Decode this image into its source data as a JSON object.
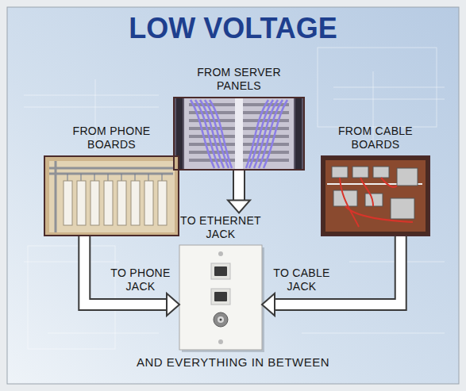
{
  "diagram": {
    "title": "LOW VOLTAGE",
    "caption": "AND EVERYTHING IN BETWEEN",
    "nodes": [
      {
        "text": [
          "FROM SERVER PANELS"
        ]
      },
      {
        "text": [
          "FROM PHONE BOARDS"
        ]
      },
      {
        "text": [
          "FROM CABLE BOARDS"
        ]
      },
      {
        "text": [
          "TO ETHERNET JACK"
        ]
      }
    ],
    "edges": [
      {
        "from": 0,
        "to": 3,
        "arrow": "to"
      },
      {
        "from": 1,
        "to": 3,
        "label": "TO PHONE JACK",
        "arrow": "to"
      },
      {
        "from": 2,
        "to": 3,
        "label": "TO CABLE JACK",
        "arrow": "to"
      }
    ]
  }
}
